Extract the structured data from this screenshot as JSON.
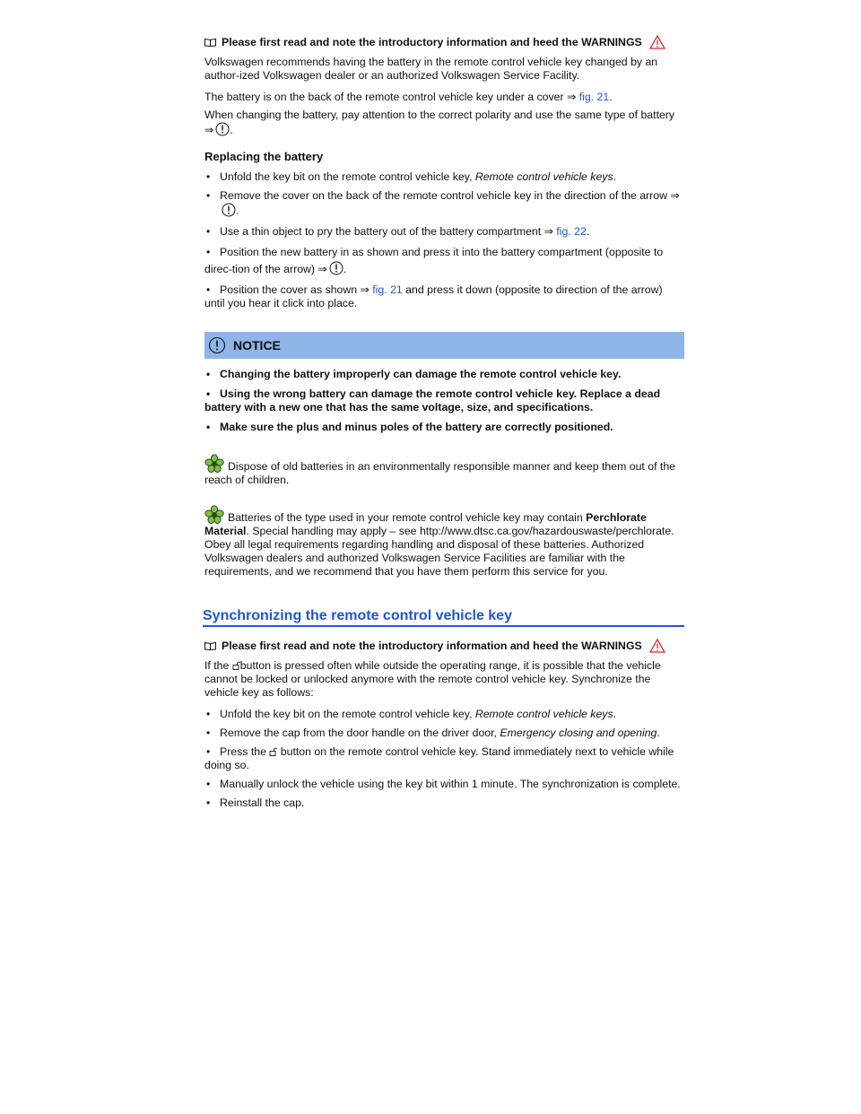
{
  "intro_note": "Please first read and note the introductory information and heed the WARNINGS",
  "p1": "Volkswagen recommends having the battery in the remote control vehicle key changed by an author-ized Volkswagen dealer or an authorized Volkswagen Service Facility.",
  "p2_text": "The battery is on the back of the remote control vehicle key under a cover ⇒",
  "p2_link": "fig. 21",
  "p2_end": ".",
  "p3_text": "When changing the battery, pay attention to the correct polarity and use the same type of battery",
  "p3_arrow": "⇒",
  "p3_end": ".",
  "replacing_heading": "Replacing the battery",
  "steps": {
    "s1_text": "Unfold the key bit on the remote control vehicle key, ",
    "s1_italic": "Remote control vehicle keys",
    "s1_end": ".",
    "s2_text": "Remove the cover on the back of the remote control vehicle key in the direction of the arrow ⇒",
    "s2_end": ".",
    "s3_text": "Use a thin object to pry the battery out of the battery compartment ⇒",
    "s3_link": "fig. 22",
    "s3_end": ".",
    "s4_text": "Position the new battery in as shown and press it into the battery compartment (opposite to direc-tion of the arrow) ⇒",
    "s4_end": ".",
    "s5_text": "Position the cover as shown ⇒",
    "s5_link": "fig. 21",
    "s5_end": " and press it down (opposite to direction of the arrow) until you hear it click into place."
  },
  "notice": {
    "label": "NOTICE",
    "items": [
      "Changing the battery improperly can damage the remote control vehicle key.",
      "Using the wrong battery can damage the remote control vehicle key. Replace a dead battery with a new one that has the same voltage, size, and specifications.",
      "Make sure the plus and minus poles of the battery are correctly positioned."
    ]
  },
  "env1": "Dispose of old batteries in an environmentally responsible manner and keep them out of the reach of children.",
  "env2_a": "Batteries of the type used in your remote control vehicle key may contain ",
  "env2_bold": "Perchlorate Material",
  "env2_b": ". Special handling may apply – see http://www.dtsc.ca.gov/hazardouswaste/perchlorate. Obey all legal requirements regarding handling and disposal of these batteries. Authorized Volkswagen dealers and authorized Volkswagen Service Facilities are familiar with the requirements, and we recommend that you have them perform this service for you.",
  "section_title": "Synchronizing the remote control vehicle key",
  "intro_note2": "Please first read and note the introductory information and heed the WARNINGS",
  "sync_p1_a": "If the ",
  "sync_p1_b": "button is pressed often while outside the operating range, it is possible that the vehicle cannot be locked or unlocked anymore with the remote control vehicle key. Synchronize the vehicle key as follows:",
  "sync_steps": {
    "t1_text": "Unfold the key bit on the remote control vehicle key, ",
    "t1_italic": "Remote control vehicle keys",
    "t1_end": ".",
    "t2_text": "Remove the cap from the door handle on the driver door, ",
    "t2_italic": "Emergency closing and opening",
    "t2_end": ".",
    "t3_a": "Press the ",
    "t3_b": " button on the remote control vehicle key. Stand immediately next to vehicle while doing so.",
    "t4": "Manually unlock the vehicle using the key bit within 1 minute. The synchronization is complete.",
    "t5": "Reinstall the cap."
  },
  "colors": {
    "link": "#2155d6",
    "notice_bar": "#8fb4e8",
    "heading": "#2155d6"
  },
  "icons": [
    "book-icon",
    "warning-triangle-icon",
    "exclamation-circle-icon",
    "flower-icon",
    "unlock-icon"
  ]
}
